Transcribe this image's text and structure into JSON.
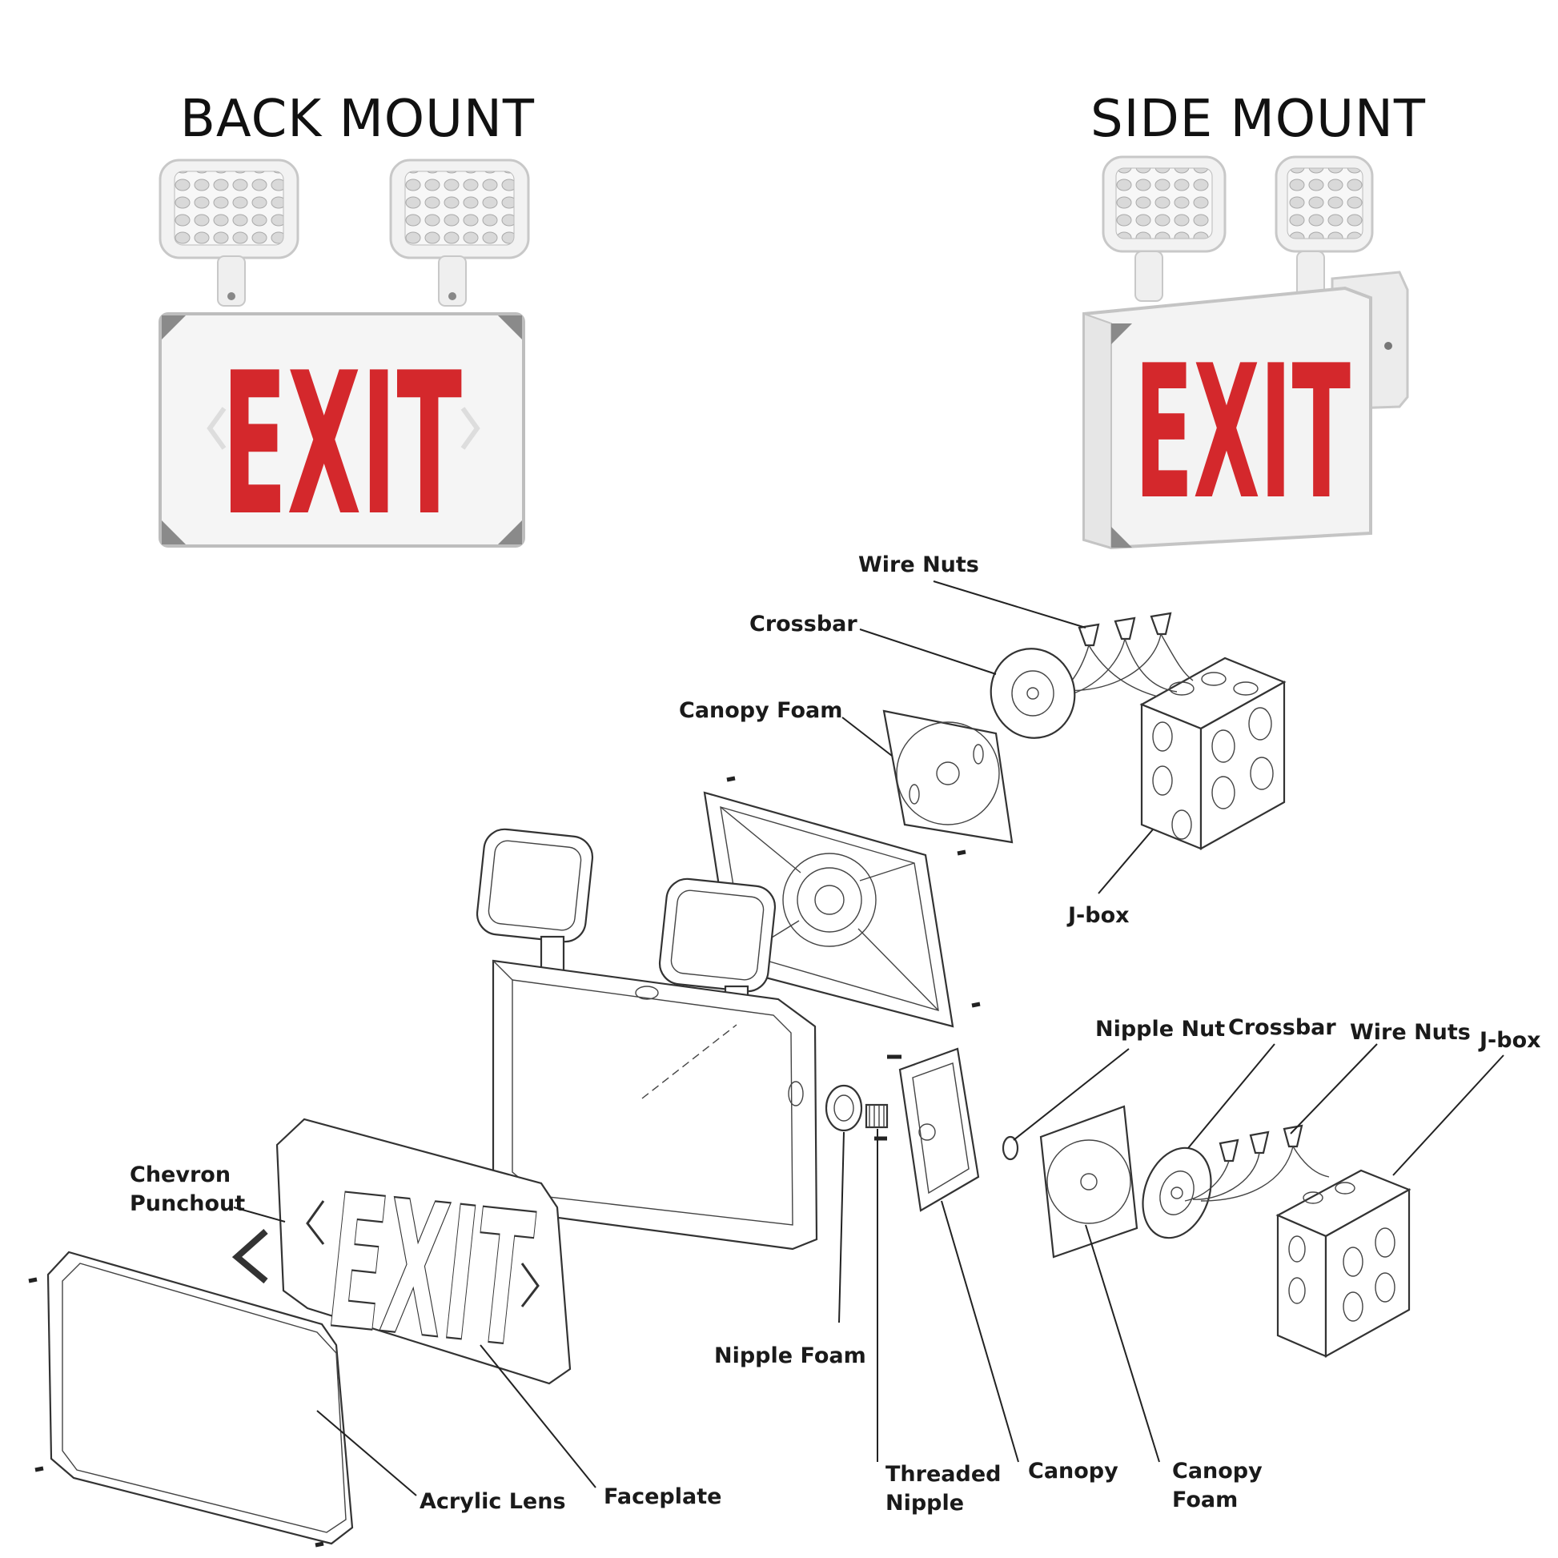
{
  "titles": {
    "back_mount": "BACK MOUNT",
    "side_mount": "SIDE MOUNT"
  },
  "sign_text": "EXIT",
  "colors": {
    "exit_red": "#d4282c",
    "housing_white": "#f4f4f4",
    "line_art": "#333333"
  },
  "labels": {
    "wire_nuts_top": "Wire Nuts",
    "crossbar_top": "Crossbar",
    "canopy_foam_top": "Canopy Foam",
    "jbox_top": "J-box",
    "nipple_nut": "Nipple Nut",
    "crossbar_right": "Crossbar",
    "wire_nuts_right": "Wire Nuts",
    "jbox_right": "J-box",
    "chevron_punchout_1": "Chevron",
    "chevron_punchout_2": "Punchout",
    "nipple_foam": "Nipple Foam",
    "threaded_nipple_1": "Threaded",
    "threaded_nipple_2": "Nipple",
    "canopy": "Canopy",
    "canopy_foam_bottom_1": "Canopy",
    "canopy_foam_bottom_2": "Foam",
    "acrylic_lens": "Acrylic Lens",
    "faceplate": "Faceplate"
  }
}
